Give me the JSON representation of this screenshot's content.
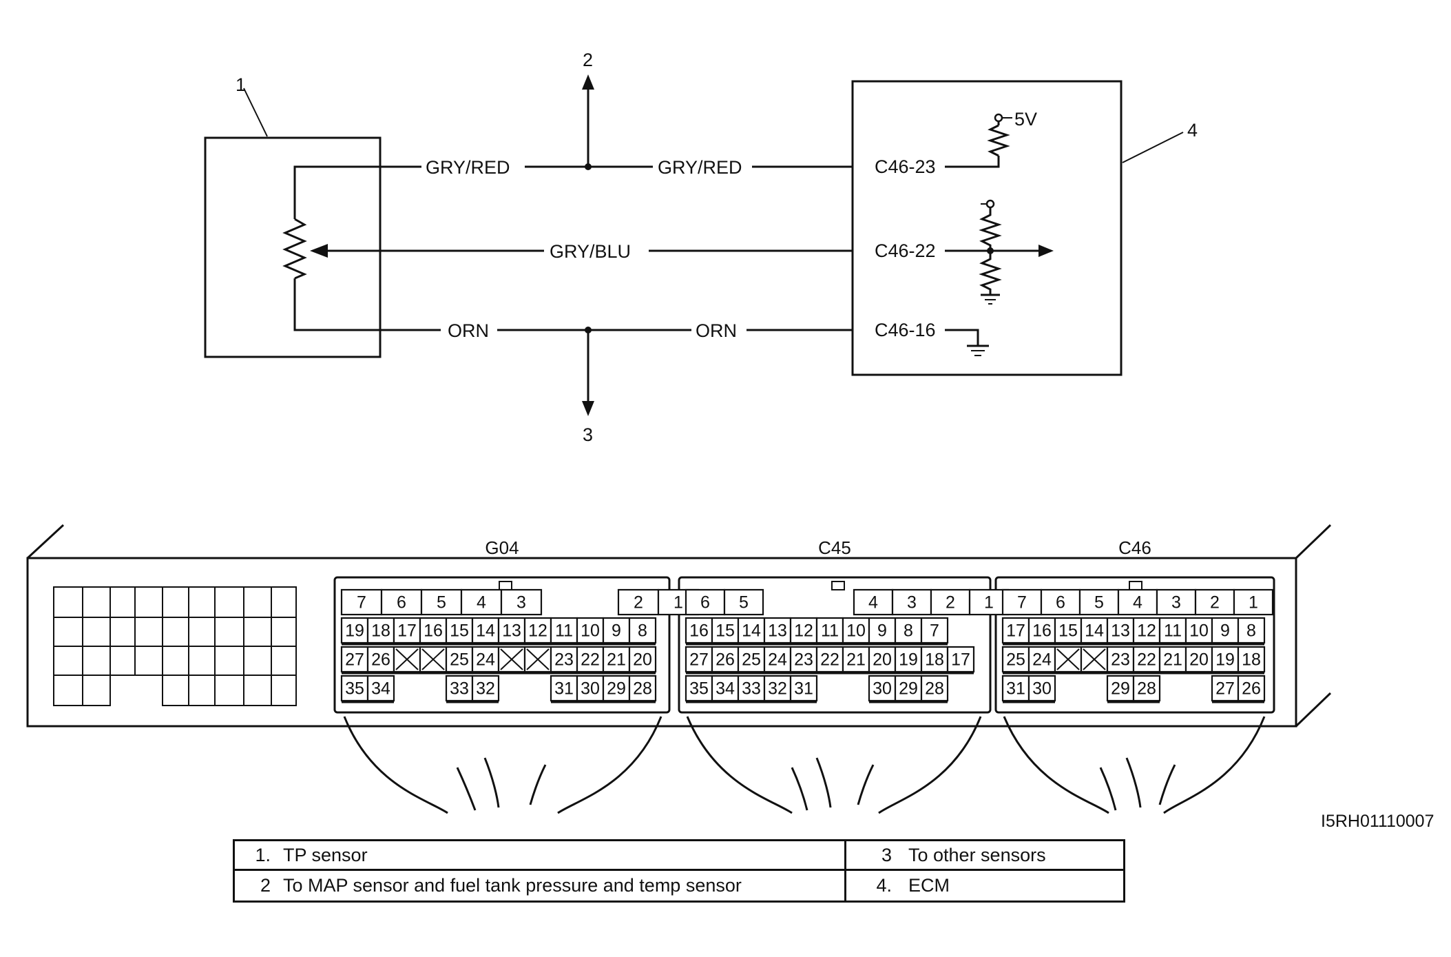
{
  "callouts": {
    "c1": "1",
    "c2": "2",
    "c3": "3",
    "c4": "4"
  },
  "wires": {
    "top_left": "GRY/RED",
    "top_right": "GRY/RED",
    "mid": "GRY/BLU",
    "bot_left": "ORN",
    "bot_right": "ORN"
  },
  "ecm_terminals": {
    "t23": "C46-23",
    "t22": "C46-22",
    "t16": "C46-16",
    "vref": "5V"
  },
  "connectors": {
    "g04": {
      "name": "G04",
      "rows": [
        [
          "7",
          "6",
          "5",
          "4",
          "3",
          "",
          "2",
          "1"
        ],
        [
          "19",
          "18",
          "17",
          "16",
          "15",
          "14",
          "13",
          "12",
          "11",
          "10",
          "9",
          "8"
        ],
        [
          "27",
          "26",
          "X",
          "X",
          "25",
          "24",
          "X",
          "X",
          "23",
          "22",
          "21",
          "20"
        ],
        [
          "35",
          "34",
          "",
          "",
          "33",
          "32",
          "",
          "",
          "31",
          "30",
          "29",
          "28"
        ]
      ]
    },
    "c45": {
      "name": "C45",
      "rows": [
        [
          "6",
          "5",
          "",
          "4",
          "3",
          "2",
          "1"
        ],
        [
          "16",
          "15",
          "14",
          "13",
          "12",
          "11",
          "10",
          "9",
          "8",
          "7"
        ],
        [
          "27",
          "26",
          "25",
          "24",
          "23",
          "22",
          "21",
          "20",
          "19",
          "18",
          "17"
        ],
        [
          "35",
          "34",
          "33",
          "32",
          "31",
          "",
          "",
          "30",
          "29",
          "28"
        ]
      ]
    },
    "c46": {
      "name": "C46",
      "rows": [
        [
          "7",
          "6",
          "5",
          "4",
          "3",
          "2",
          "1"
        ],
        [
          "17",
          "16",
          "15",
          "14",
          "13",
          "12",
          "11",
          "10",
          "9",
          "8"
        ],
        [
          "25",
          "24",
          "X",
          "X",
          "23",
          "22",
          "21",
          "20",
          "19",
          "18"
        ],
        [
          "31",
          "30",
          "",
          "",
          "29",
          "28",
          "",
          "",
          "27",
          "26"
        ]
      ]
    }
  },
  "legend": [
    {
      "num": "1.",
      "text": "TP sensor"
    },
    {
      "num": "3",
      "text": "To other sensors"
    },
    {
      "num": "2",
      "text": "To MAP sensor and fuel tank pressure and temp  sensor"
    },
    {
      "num": "4.",
      "text": "ECM"
    }
  ],
  "figure_code": "I5RH01110007"
}
